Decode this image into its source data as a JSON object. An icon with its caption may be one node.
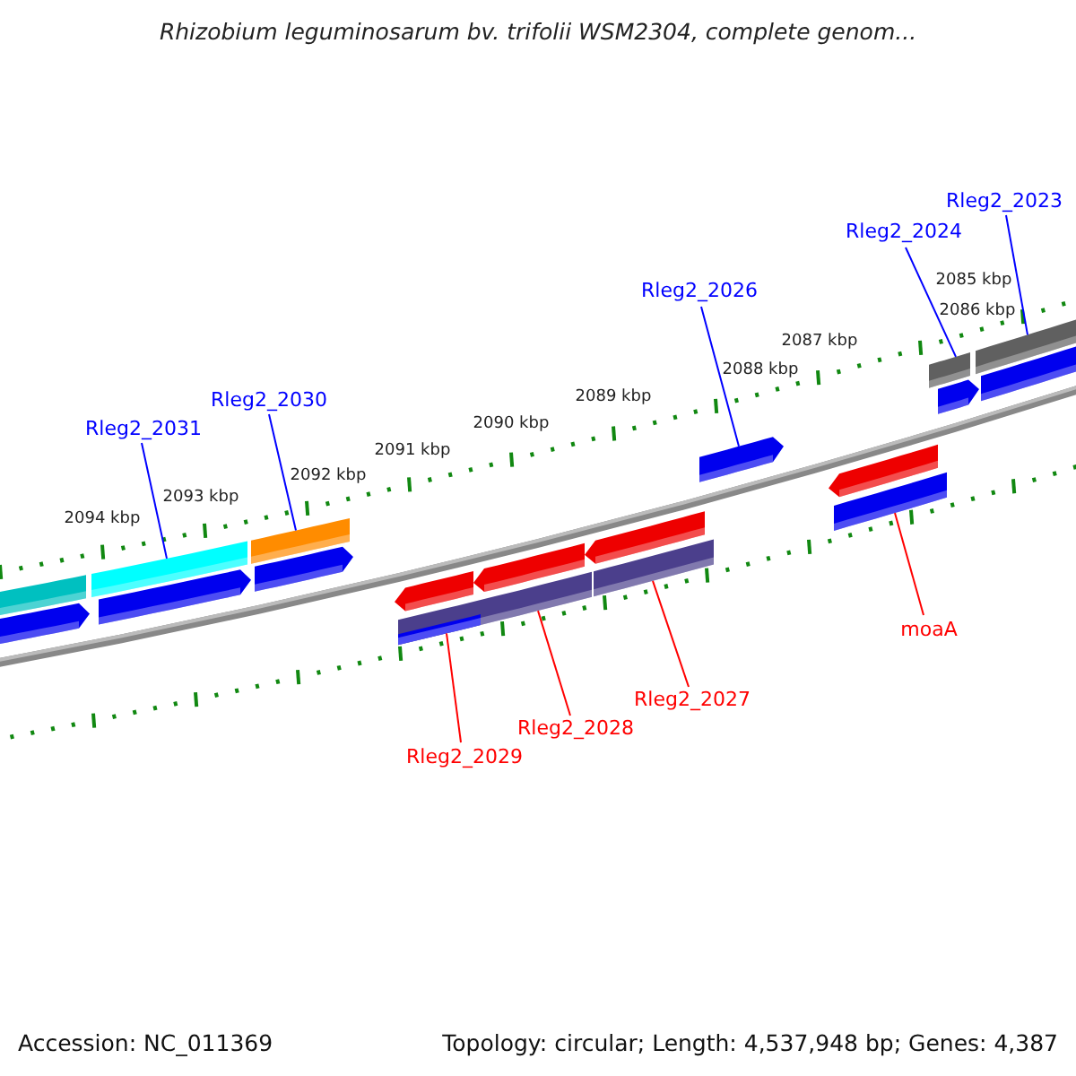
{
  "diagram": {
    "title": "Rhizobium leguminosarum bv. trifolii WSM2304, complete genom...",
    "nodes": [
      {
        "text": [
          "Rleg2_2031"
        ]
      },
      {
        "text": [
          "Rleg2_2030"
        ]
      },
      {
        "text": [
          "Rleg2_2026"
        ]
      },
      {
        "text": [
          "Rleg2_2024"
        ]
      },
      {
        "text": [
          "Rleg2_2023"
        ]
      },
      {
        "text": [
          "Rleg2_2029"
        ]
      },
      {
        "text": [
          "Rleg2_2028"
        ]
      },
      {
        "text": [
          "Rleg2_2027"
        ]
      },
      {
        "text": [
          "moaA"
        ]
      },
      {
        "text": [],
        "shape": "bar"
      },
      {
        "text": [],
        "shape": "bar"
      },
      {
        "text": [],
        "shape": "bar"
      },
      {
        "text": [],
        "shape": "bar"
      },
      {
        "text": [],
        "shape": "bar"
      },
      {
        "text": [],
        "shape": "bar",
        "in": 15
      },
      {
        "text": [],
        "shape": "bar"
      },
      {
        "text": [],
        "shape": "bar"
      },
      {
        "text": [],
        "shape": "bar"
      }
    ],
    "edges": [
      {
        "from": 0,
        "to": 9,
        "arrow": "none"
      },
      {
        "from": 1,
        "to": 10,
        "arrow": "none"
      },
      {
        "from": 2,
        "to": 11,
        "arrow": "none"
      },
      {
        "from": 3,
        "to": 12,
        "arrow": "none"
      },
      {
        "from": 4,
        "to": 13,
        "arrow": "none"
      },
      {
        "from": 5,
        "to": 14,
        "arrow": "none",
        "color": "#ff0000"
      },
      {
        "from": 6,
        "to": 15,
        "arrow": "none",
        "color": "#ff0000"
      },
      {
        "from": 7,
        "to": 16,
        "arrow": "none",
        "color": "#ff0000"
      },
      {
        "from": 8,
        "to": 17,
        "arrow": "none",
        "color": "#ff0000"
      }
    ],
    "labels": [
      "2094 kbp",
      "2093 kbp",
      "2092 kbp",
      "2091 kbp",
      "2090 kbp",
      "2089 kbp",
      "2088 kbp",
      "2087 kbp",
      "2086 kbp",
      "2085 kbp",
      "Accession: NC_011369",
      "Topology: circular; Length: 4,537,948 bp; Genes: 4,387"
    ]
  }
}
